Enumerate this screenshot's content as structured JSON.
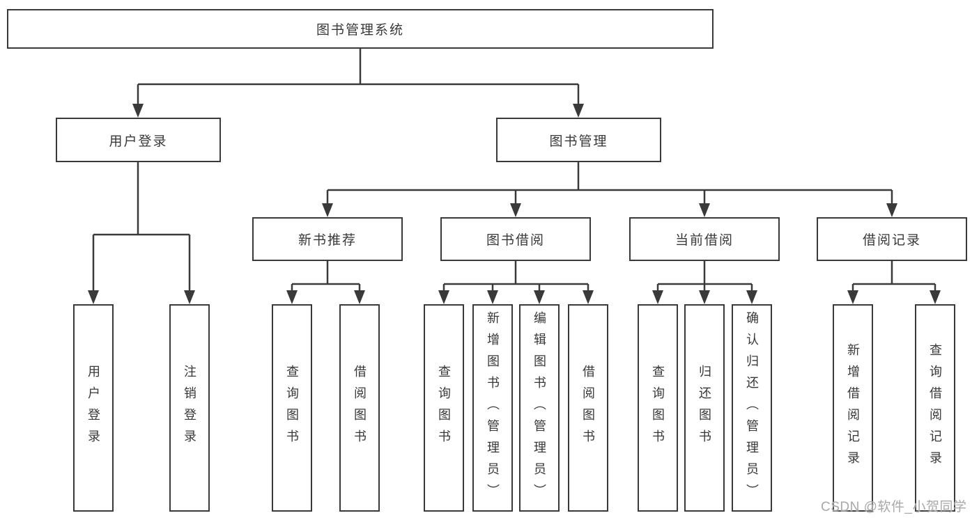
{
  "tree": {
    "root": {
      "label": "图书管理系统",
      "children": [
        {
          "label": "用户登录",
          "children": [
            {
              "label": "用户登录"
            },
            {
              "label": "注销登录"
            }
          ]
        },
        {
          "label": "图书管理",
          "children": [
            {
              "label": "新书推荐",
              "children": [
                {
                  "label": "查询图书"
                },
                {
                  "label": "借阅图书"
                }
              ]
            },
            {
              "label": "图书借阅",
              "children": [
                {
                  "label": "查询图书"
                },
                {
                  "label": "新增图书（管理员）"
                },
                {
                  "label": "编辑图书（管理员）"
                },
                {
                  "label": "借阅图书"
                }
              ]
            },
            {
              "label": "当前借阅",
              "children": [
                {
                  "label": "查询图书"
                },
                {
                  "label": "归还图书"
                },
                {
                  "label": "确认归还（管理员）"
                }
              ]
            },
            {
              "label": "借阅记录",
              "children": [
                {
                  "label": "新增借阅记录"
                },
                {
                  "label": "查询借阅记录"
                }
              ]
            }
          ]
        }
      ]
    }
  },
  "watermark": {
    "text": "CSDN @软件_小贺同学"
  },
  "colors": {
    "line": "#3a3a3a",
    "box_border": "#3a3a3a",
    "text": "#383838",
    "watermark_text": "#a8a8a8",
    "background": "#ffffff"
  }
}
